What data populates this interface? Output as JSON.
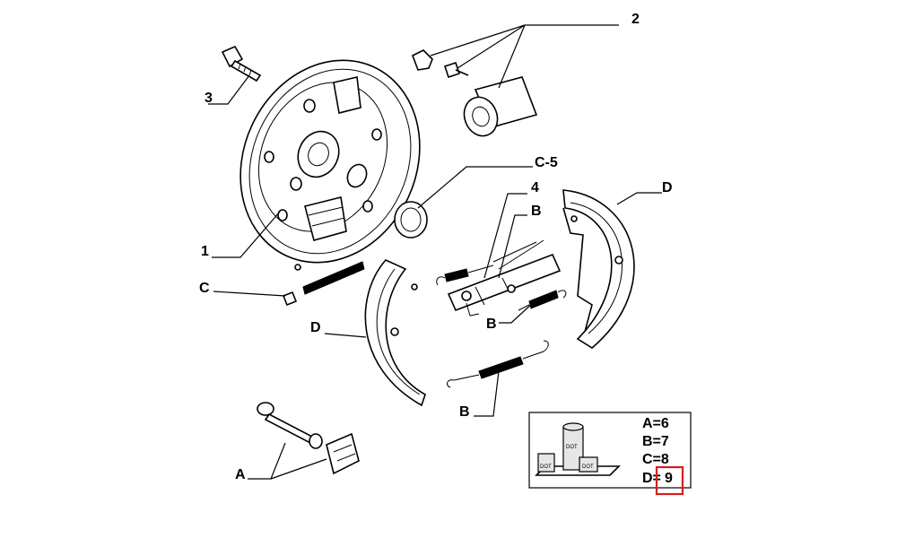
{
  "callouts": {
    "plate": "1",
    "cylinder": "2",
    "bolt": "3",
    "lever": "4",
    "plug": "C-5",
    "screw": "C",
    "shoe_left": "D",
    "shoe_right": "D",
    "spring_upper": "B",
    "spring_mid": "B",
    "spring_lower": "B",
    "pin_clip": "A"
  },
  "legend": {
    "rows": [
      "A=6",
      "B=7",
      "C=8",
      "D="
    ],
    "highlight_value": "9",
    "box_labels": [
      "DOT",
      "DOT",
      "DOT"
    ]
  },
  "colors": {
    "highlight": "#d81e1e",
    "line": "#000000"
  }
}
